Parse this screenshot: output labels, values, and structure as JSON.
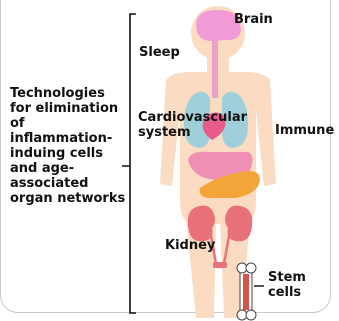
{
  "left_caption": [
    "Technologies",
    "for elimination",
    "of",
    "inflammation-",
    "induing cells",
    "and age-",
    "associated",
    "organ networks"
  ],
  "labels": {
    "brain": "Brain",
    "sleep": "Sleep",
    "cardio": [
      "Cardiovascular",
      "system"
    ],
    "immune": "Immune",
    "kidney": "Kidney",
    "stem": [
      "Stem",
      "cells"
    ]
  },
  "colors": {
    "skin": "#fbdcc3",
    "brain": "#f09ad6",
    "lungs": "#9fd0da",
    "heart": "#e85c8d",
    "stomach": "#ee8fb3",
    "liver": "#f4a53a",
    "kidney": "#e9717a",
    "bone": "#d9524a"
  }
}
